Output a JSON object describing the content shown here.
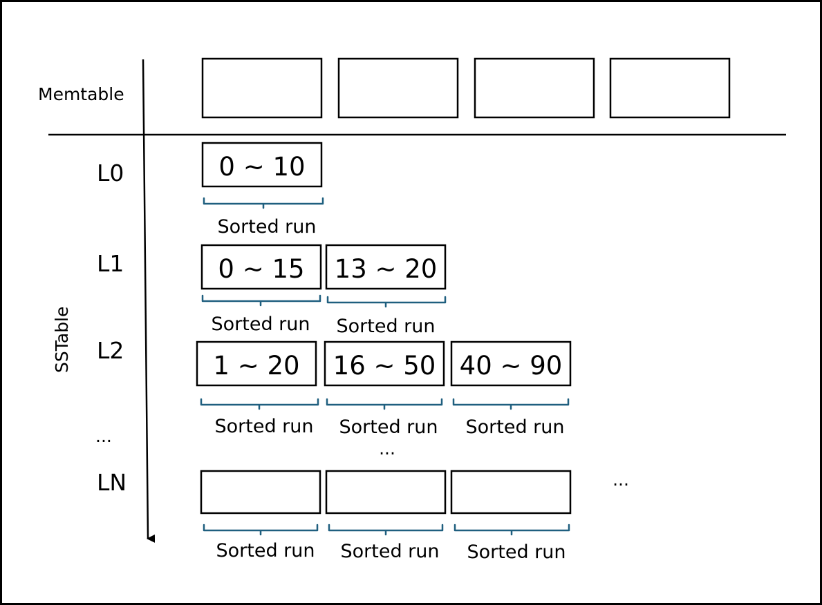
{
  "memtable": {
    "label": "Memtable"
  },
  "sstable": {
    "label": "SSTable"
  },
  "caption": "Sorted run",
  "levels": {
    "l0": {
      "label": "L0",
      "ranges": [
        "0 ~ 10"
      ]
    },
    "l1": {
      "label": "L1",
      "ranges": [
        "0 ~ 15",
        "13 ~ 20"
      ]
    },
    "l2": {
      "label": "L2",
      "ranges": [
        "1 ~ 20",
        "16 ~ 50",
        "40 ~ 90"
      ]
    },
    "ln": {
      "label": "LN",
      "ranges": [
        "",
        "",
        ""
      ]
    }
  },
  "ellipsis": "...",
  "colors": {
    "line": "#000000",
    "brace": "#1f5f7f",
    "background": "#ffffff"
  }
}
